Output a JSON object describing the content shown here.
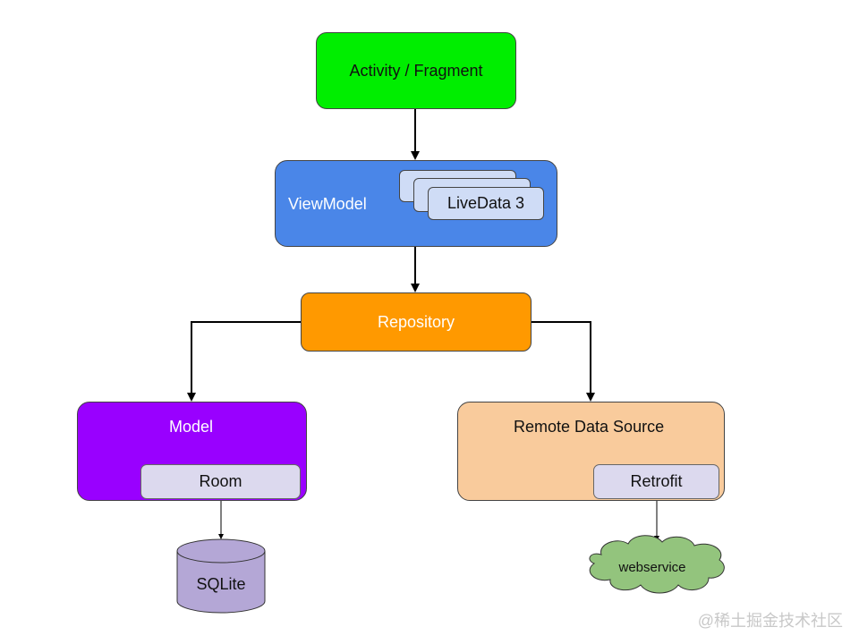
{
  "nodes": {
    "activity": "Activity / Fragment",
    "viewmodel": "ViewModel",
    "livedata": "LiveData 3",
    "repository": "Repository",
    "model": "Model",
    "room": "Room",
    "sqlite": "SQLite",
    "remote": "Remote Data Source",
    "retrofit": "Retrofit",
    "webservice": "webservice"
  },
  "watermark": "@稀土掘金技术社区",
  "colors": {
    "activity": "#00ee00",
    "viewmodel": "#4a86e8",
    "livedata": "#cfdcf6",
    "repository": "#ff9900",
    "model": "#9900ff",
    "remote": "#f9cb9c",
    "sub": "#dcd9ee",
    "sqlite": "#b4a7d6",
    "webservice": "#93c47d"
  }
}
